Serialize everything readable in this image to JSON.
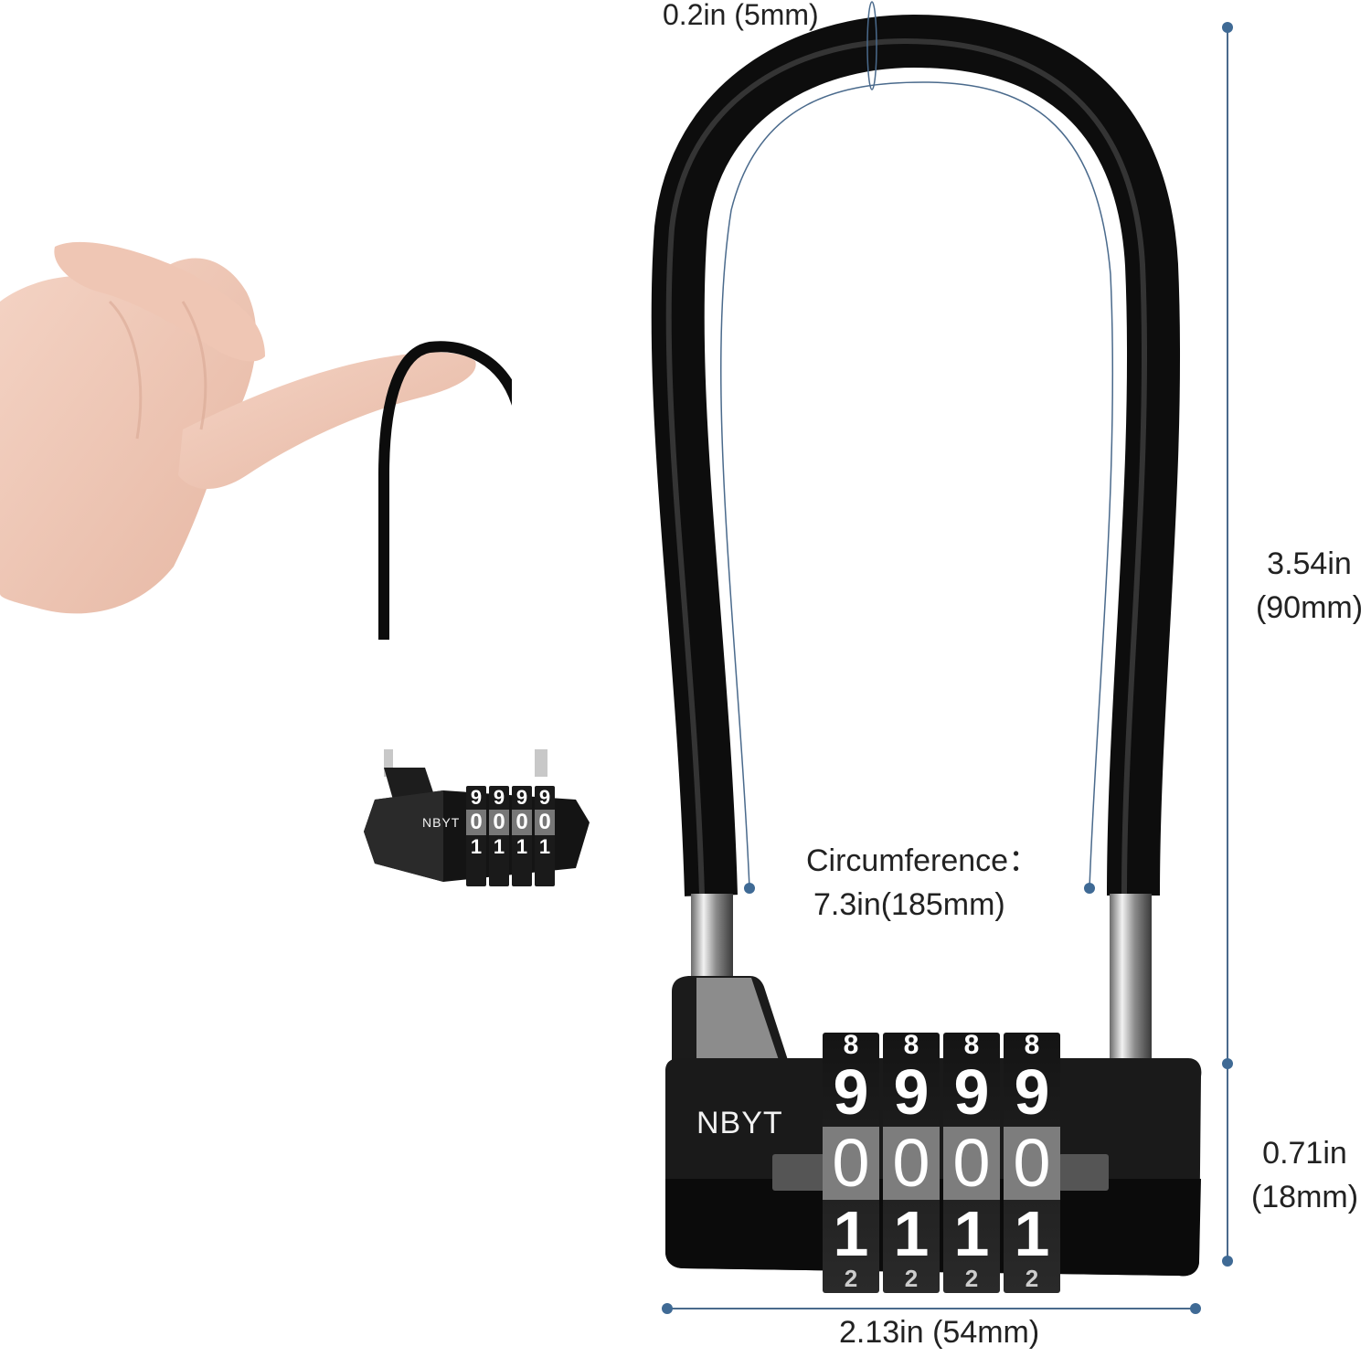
{
  "product": {
    "brand": "NBYT",
    "type": "cable combination padlock",
    "body_color": "#111111",
    "accent_line_color": "#4a6a8c"
  },
  "dimensions": {
    "cable_thickness": "0.2in  (5mm)",
    "height_label_in": "3.54in",
    "height_label_mm": "(90mm)",
    "circumference_title": "Circumference：",
    "circumference_value": "7.3in(185mm)",
    "body_height_in": "0.71in",
    "body_height_mm": "(18mm)",
    "width_label": "2.13in  (54mm)"
  },
  "dials": {
    "row_top": [
      "8",
      "8",
      "8",
      "8"
    ],
    "row_upper": [
      "9",
      "9",
      "9",
      "9"
    ],
    "row_selected": [
      "0",
      "0",
      "0",
      "0"
    ],
    "row_lower": [
      "1",
      "1",
      "1",
      "1"
    ],
    "row_bottom": [
      "2",
      "2",
      "2",
      "2"
    ]
  },
  "inset": {
    "description": "hand holding lock by cable",
    "brand": "NBYT",
    "row_upper": [
      "9",
      "9",
      "9",
      "9"
    ],
    "row_selected": [
      "0",
      "0",
      "0",
      "0"
    ],
    "row_lower": [
      "1",
      "1",
      "1",
      "1"
    ]
  }
}
